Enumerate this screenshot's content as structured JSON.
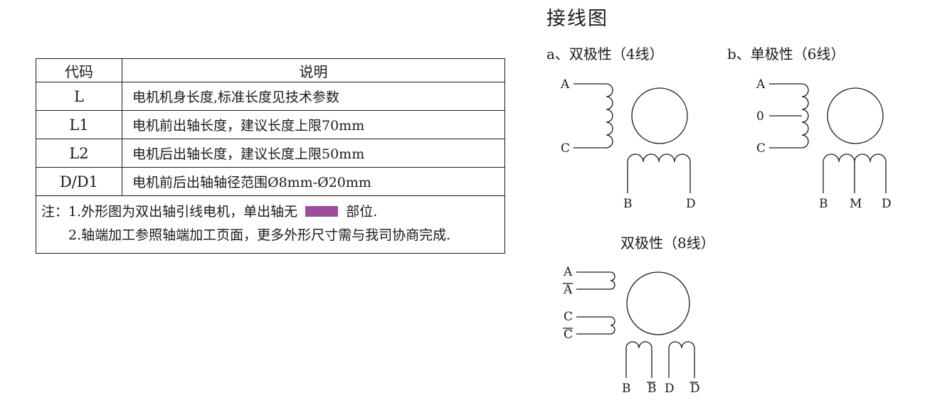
{
  "table": {
    "headers": {
      "code": "代码",
      "desc": "说明"
    },
    "rows": [
      {
        "code": "L",
        "desc": "电机机身长度,标准长度见技术参数"
      },
      {
        "code": "L1",
        "desc": "电机前出轴长度，建议长度上限70mm"
      },
      {
        "code": "L2",
        "desc": "电机后出轴长度，建议长度上限50mm"
      },
      {
        "code": "D/D1",
        "desc": "电机前后出轴轴径范围Ø8mm-Ø20mm"
      }
    ],
    "notes": {
      "line1_prefix": "注：1.外形图为双出轴引线电机，单出轴无",
      "line1_suffix": "部位.",
      "line2": "2.轴端加工参照轴端加工页面，更多外形尺寸需与我司协商完成.",
      "highlight_color": "#9c4e9c"
    }
  },
  "wiring": {
    "title": "接线图",
    "section_a": {
      "label": "a、双极性（4线）",
      "t_top": "A",
      "t_bottom": "C",
      "t_left": "B",
      "t_right": "D"
    },
    "section_b": {
      "label": "b、单极性（6线）",
      "t_top": "A",
      "t_mid": "0",
      "t_bottom": "C",
      "t_left": "B",
      "t_center": "M",
      "t_right": "D"
    },
    "section_c": {
      "label": "双极性（8线）",
      "t_a": "A",
      "t_a_bar": "A",
      "t_c": "C",
      "t_c_bar": "C",
      "t_b": "B",
      "t_b_bar": "B",
      "t_d": "D",
      "t_d_bar": "D"
    }
  }
}
